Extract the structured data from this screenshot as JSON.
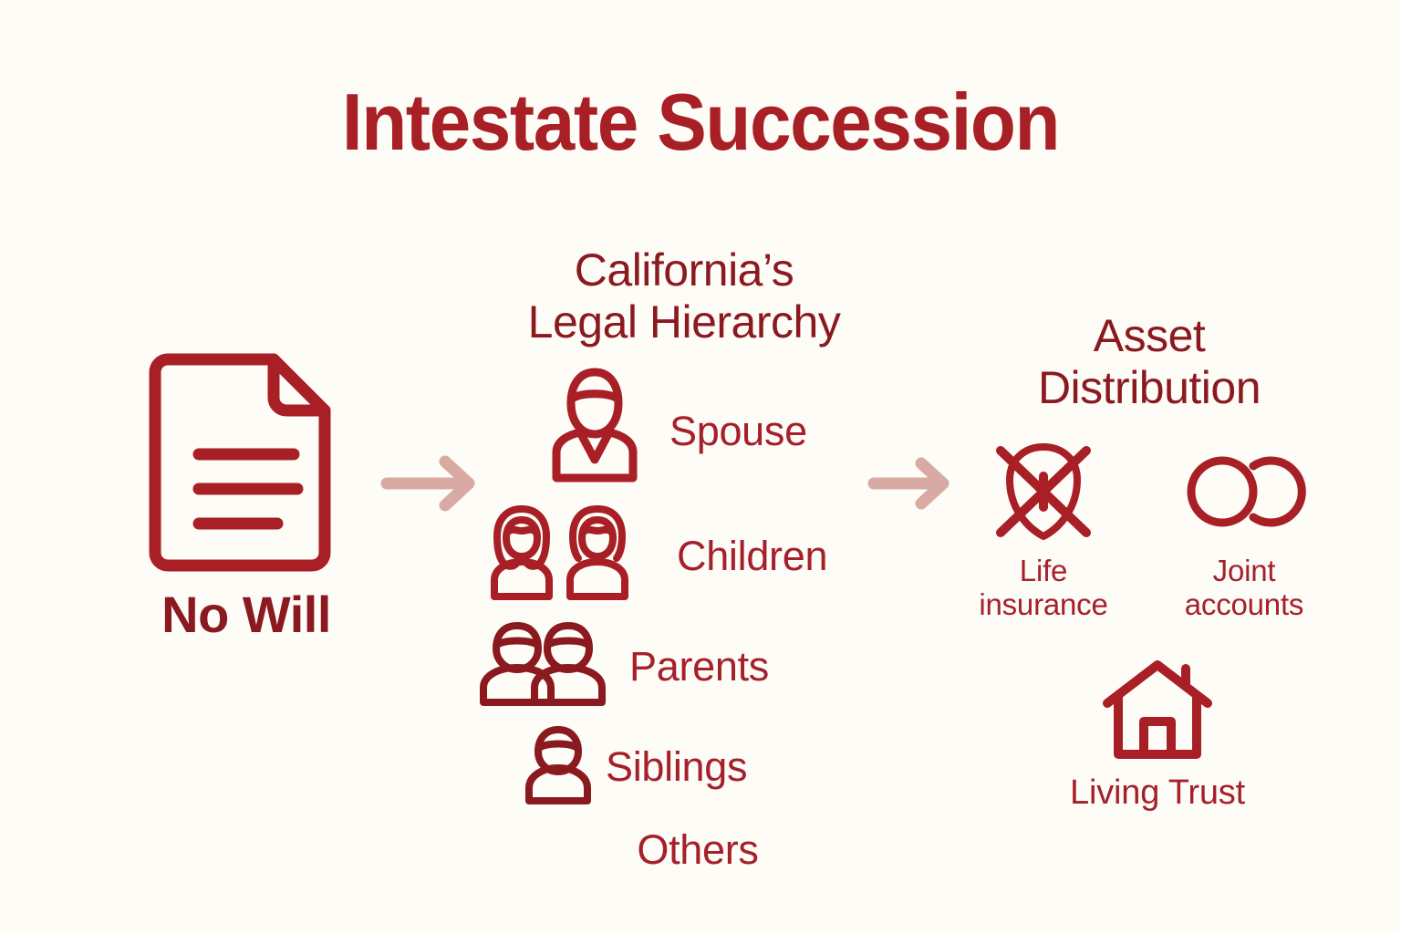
{
  "title": "Intestate Succession",
  "colors": {
    "background": "#fdfcf7",
    "title_red": "#a81f26",
    "heading_maroon": "#8b1a20",
    "label_red": "#a5202a",
    "icon_red": "#a81f26",
    "icon_dark_red": "#8b1a20",
    "arrow_rose": "#d9aaa3"
  },
  "no_will": {
    "label": "No Will",
    "icon": "document-icon"
  },
  "arrows": [
    {
      "name": "arrow-no-will-to-hierarchy",
      "icon": "arrow-right-icon"
    },
    {
      "name": "arrow-hierarchy-to-assets",
      "icon": "arrow-right-icon"
    }
  ],
  "hierarchy": {
    "heading_line_1": "California’s",
    "heading_line_2": "Legal Hierarchy",
    "items": [
      {
        "label": "Spouse",
        "icon": "person-spouse-icon"
      },
      {
        "label": "Children",
        "icon": "two-children-icon"
      },
      {
        "label": "Parents",
        "icon": "two-parents-icon"
      },
      {
        "label": "Siblings",
        "icon": "person-sibling-icon"
      },
      {
        "label": "Others",
        "icon": ""
      }
    ]
  },
  "assets": {
    "heading_line_1": "Asset",
    "heading_line_2": "Distribution",
    "items": [
      {
        "label_line_1": "Life",
        "label_line_2": "insurance",
        "icon": "life-insurance-crossed-out-icon"
      },
      {
        "label_line_1": "Joint",
        "label_line_2": "accounts",
        "icon": "joint-accounts-rings-icon"
      }
    ],
    "trust": {
      "label": "Living Trust",
      "icon": "house-icon"
    }
  }
}
